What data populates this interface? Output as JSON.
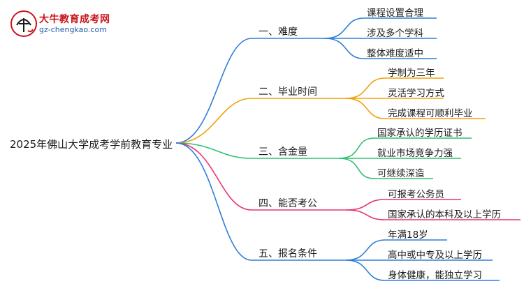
{
  "logo": {
    "title": "大牛教育成考网",
    "url": "gz-chengkao.com"
  },
  "root": "2025年佛山大学成考学前教育专业",
  "branches": [
    {
      "label": "一、难度",
      "color": "#2f7ed8",
      "children": [
        "课程设置合理",
        "涉及多个学科",
        "整体难度适中"
      ]
    },
    {
      "label": "二、毕业时间",
      "color": "#f0a20a",
      "children": [
        "学制为三年",
        "灵活学习方式",
        "完成课程可顺利毕业"
      ]
    },
    {
      "label": "三、含金量",
      "color": "#2fbf71",
      "children": [
        "国家承认的学历证书",
        "就业市场竞争力强",
        "可继续深造"
      ]
    },
    {
      "label": "四、能否考公",
      "color": "#e8336e",
      "children": [
        "可报考公务员",
        "国家承认的本科及以上学历"
      ]
    },
    {
      "label": "五、报名条件",
      "color": "#2f7ed8",
      "children": [
        "年满18岁",
        "高中或中专及以上学历",
        "身体健康，能独立学习"
      ]
    }
  ]
}
